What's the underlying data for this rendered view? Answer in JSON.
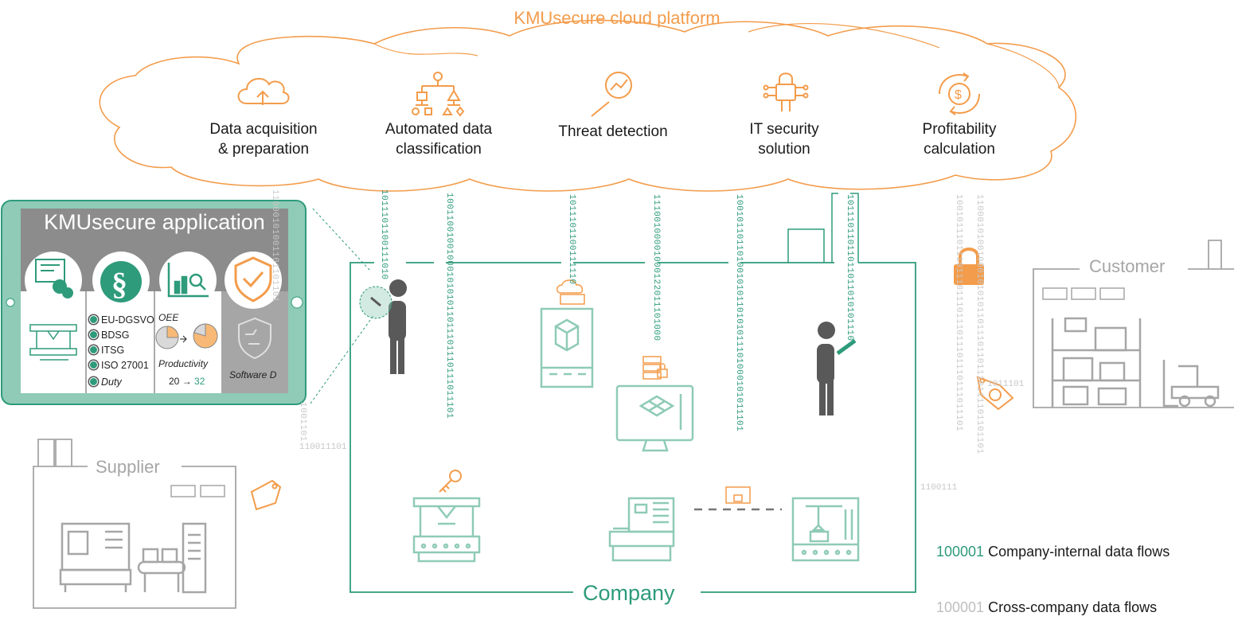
{
  "cloud": {
    "title": "KMUsecure cloud platform"
  },
  "services": [
    {
      "line1": "Data acquisition",
      "line2": "& preparation",
      "icon": "cloud-upload-icon"
    },
    {
      "line1": "Automated data",
      "line2": "classification",
      "icon": "classification-tree-icon"
    },
    {
      "line1": "Threat detection",
      "line2": "",
      "icon": "magnifier-chart-icon"
    },
    {
      "line1": "IT security",
      "line2": "solution",
      "icon": "circuit-lock-icon"
    },
    {
      "line1": "Profitability",
      "line2": "calculation",
      "icon": "dollar-cycle-icon"
    }
  ],
  "app": {
    "title": "KMUsecure application",
    "laws": [
      "EU-DGSVO",
      "BDSG",
      "ITSG",
      "ISO 27001",
      "Duty"
    ],
    "oee": "OEE",
    "productivity": "Productivity",
    "prod_from": "20",
    "prod_to": "32",
    "software": "Software D"
  },
  "entities": {
    "supplier": "Supplier",
    "customer": "Customer",
    "company": "Company"
  },
  "binary_internal": [
    "1011101100111010",
    "1001100100100010101011011101110111011101",
    "1011101100111110",
    "11100100001000122011101000",
    "100101101101001010110101011101000101011101",
    "10111011011011011010101110"
  ],
  "binary_cross": [
    "11000101001101101101",
    "1001101",
    "110011101",
    "100101110111011101110111011101110111011101",
    "1100010100100010101011011101101110111101101101",
    "1100111",
    "1011101"
  ],
  "legend": {
    "internal_code": "100001",
    "internal_label": "Company-internal data flows",
    "cross_code": "100001",
    "cross_label": "Cross-company data flows"
  },
  "colors": {
    "orange": "#f39c4b",
    "green": "#2e9b7b",
    "gray": "#a6a6a6",
    "dark": "#595959"
  }
}
